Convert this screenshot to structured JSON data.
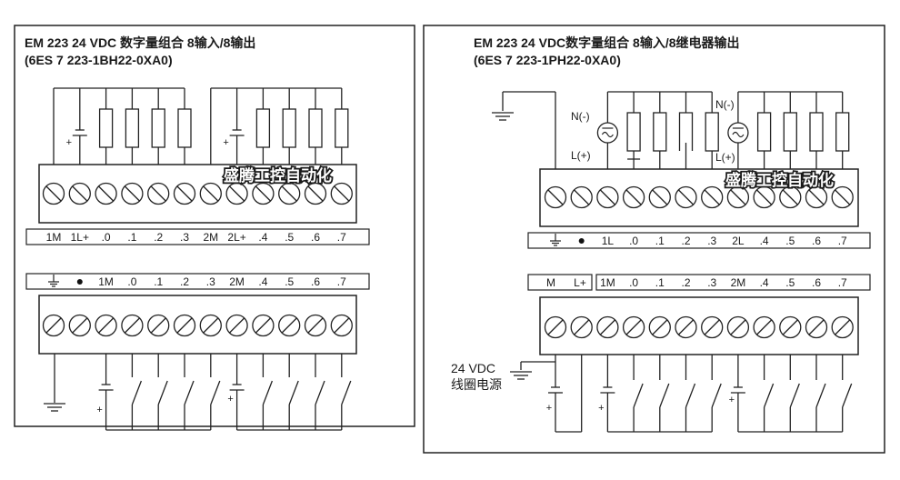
{
  "watermark": "盛腾工控自动化",
  "left_panel": {
    "title_line1": "EM 223 24 VDC 数字量组合 8输入/8输出",
    "title_line2": "(6ES 7 223-1BH22-0XA0)",
    "output_terminal_labels": [
      "1M",
      "1L+",
      ".0",
      ".1",
      ".2",
      ".3",
      "2M",
      "2L+",
      ".4",
      ".5",
      ".6",
      ".7"
    ],
    "input_terminal_labels": [
      "ground-icon",
      "dot-icon",
      "1M",
      ".0",
      ".1",
      ".2",
      ".3",
      "2M",
      ".4",
      ".5",
      ".6",
      ".7"
    ],
    "plus_sign": "+"
  },
  "right_panel": {
    "title_line1": "EM 223 24 VDC数字量组合 8输入/8继电器输出",
    "title_line2": "(6ES 7 223-1PH22-0XA0)",
    "output_terminal_labels": [
      "ground-icon",
      "dot-icon",
      "1L",
      ".0",
      ".1",
      ".2",
      ".3",
      "2L",
      ".4",
      ".5",
      ".6",
      ".7"
    ],
    "power_labels": [
      "M",
      "L+"
    ],
    "input_terminal_labels": [
      "1M",
      ".0",
      ".1",
      ".2",
      ".3",
      "2M",
      ".4",
      ".5",
      ".6",
      ".7"
    ],
    "ac_source_labels": {
      "neutral": "N(-)",
      "line": "L(+)"
    },
    "coil_supply_line1": "24 VDC",
    "coil_supply_line2": "线圈电源",
    "plus_sign": "+"
  }
}
